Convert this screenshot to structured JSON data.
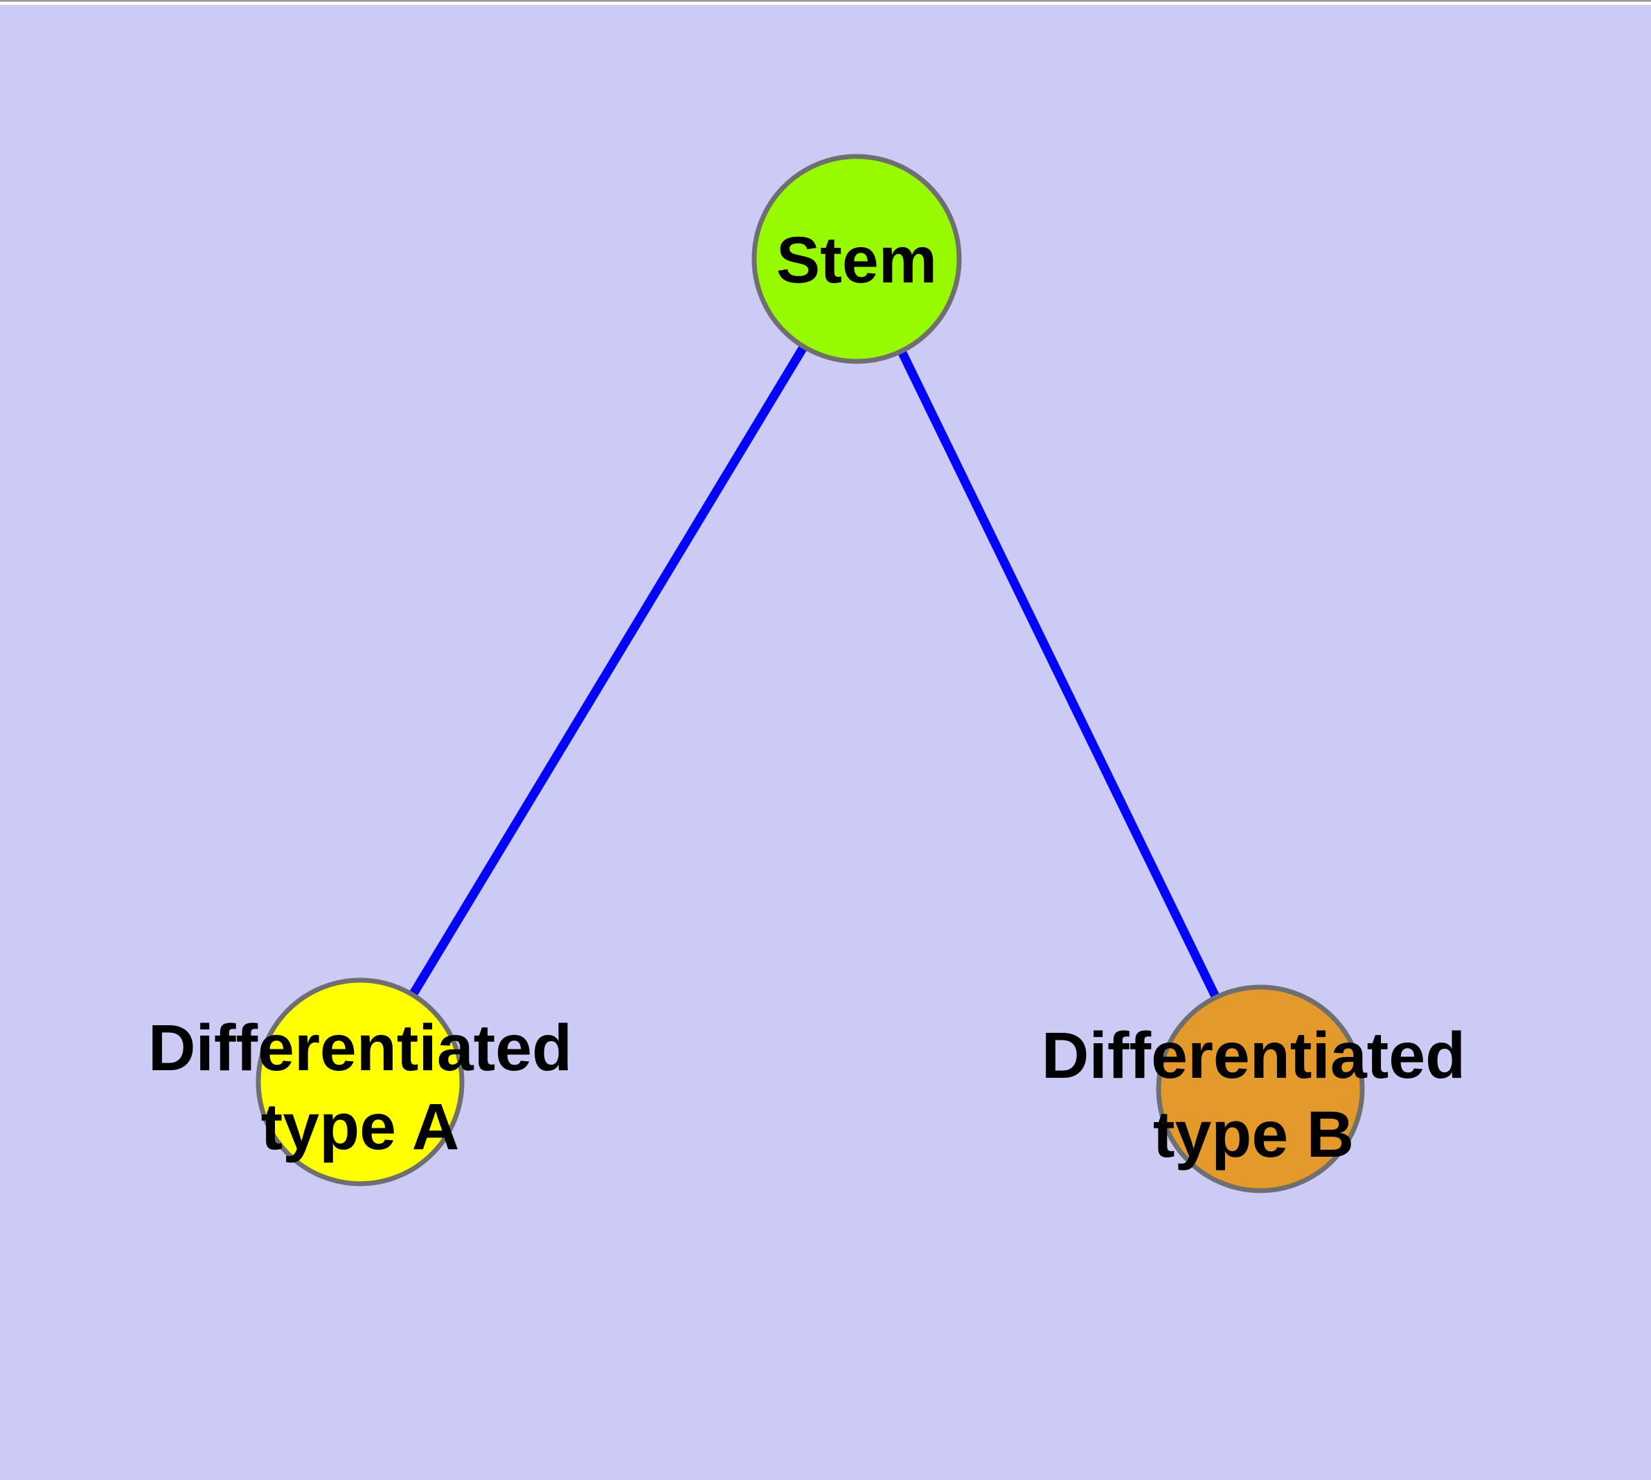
{
  "frame": {
    "top_hairline_color": "#9B9B9B",
    "top_strip_color": "#FFFFFF"
  },
  "diagram": {
    "colors": {
      "background": "#CBCBF5",
      "node_border": "#6F6F6F",
      "edge": "#0404F8",
      "label": "#000000"
    },
    "nodes": [
      {
        "id": "stem",
        "label": "Stem",
        "fill": "#97FA00"
      },
      {
        "id": "differentiated-type-a",
        "label_line1": "Differentiated",
        "label_line2": "type A",
        "fill": "#FFFF00"
      },
      {
        "id": "differentiated-type-b",
        "label_line1": "Differentiated",
        "label_line2": "type B",
        "fill": "#E49A2B"
      }
    ],
    "edges": [
      {
        "source": "stem",
        "target": "differentiated-type-a"
      },
      {
        "source": "stem",
        "target": "differentiated-type-b"
      }
    ]
  }
}
